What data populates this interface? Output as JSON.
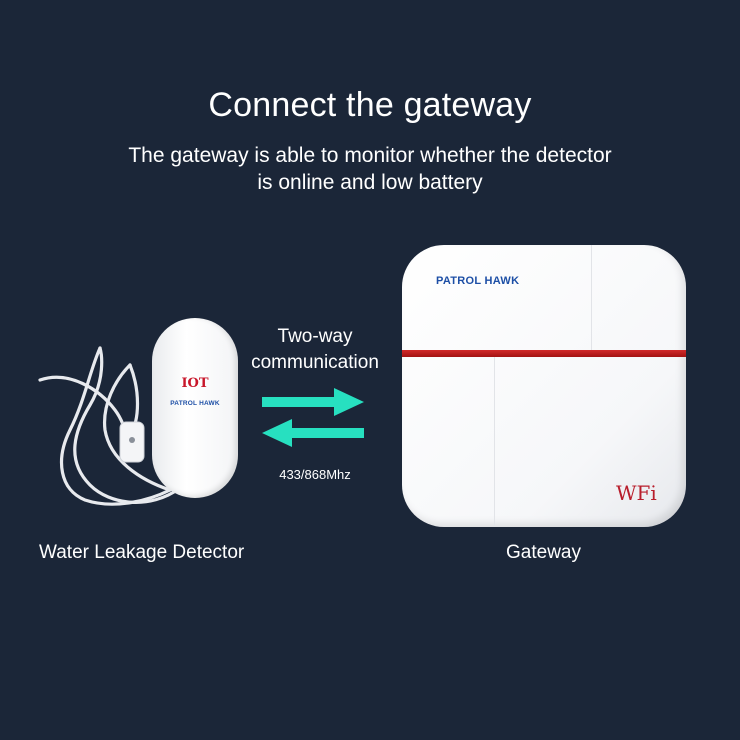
{
  "header": {
    "title": "Connect the gateway",
    "subtitle_line1": "The gateway is able to monitor whether the detector",
    "subtitle_line2": "is online and low battery"
  },
  "detector": {
    "logo": "IOT",
    "brand": "PATROL HAWK",
    "caption": "Water Leakage Detector"
  },
  "link": {
    "label_line1": "Two-way",
    "label_line2": "communication",
    "frequency": "433/868Mhz",
    "arrow_color": "#27e0c0"
  },
  "gateway": {
    "brand": "PATROL HAWK",
    "wifi_mark": "WFi",
    "caption": "Gateway",
    "band_color": "#c21f1f"
  },
  "colors": {
    "background": "#1b2638",
    "text": "#ffffff",
    "brand_blue": "#1d4fa6"
  }
}
